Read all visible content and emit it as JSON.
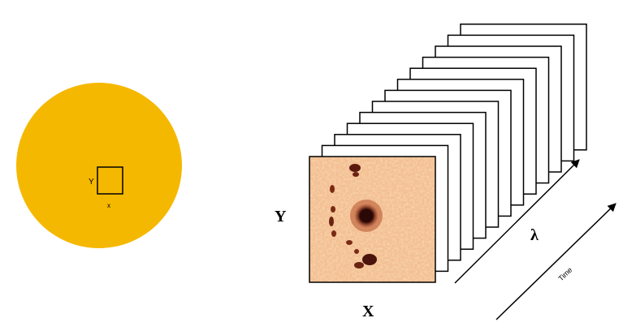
{
  "colors": {
    "sun_disk": "#F5B800",
    "frame_stroke": "#000000",
    "frame_fill": "#FFFFFF",
    "photosphere_light": "#F6C9A0",
    "photosphere_mid": "#E9A66E",
    "sunspot_dark": "#3B0F0A",
    "penumbra": "#8C2E16"
  },
  "sun_disk": {
    "region_label_y": "Y",
    "region_label_x": "x"
  },
  "cube": {
    "label_y": "Y",
    "label_x": "X",
    "label_lambda": "λ",
    "label_time": "Time",
    "stacked_frames": 12
  },
  "image": {
    "subject": "sunspot-group"
  }
}
